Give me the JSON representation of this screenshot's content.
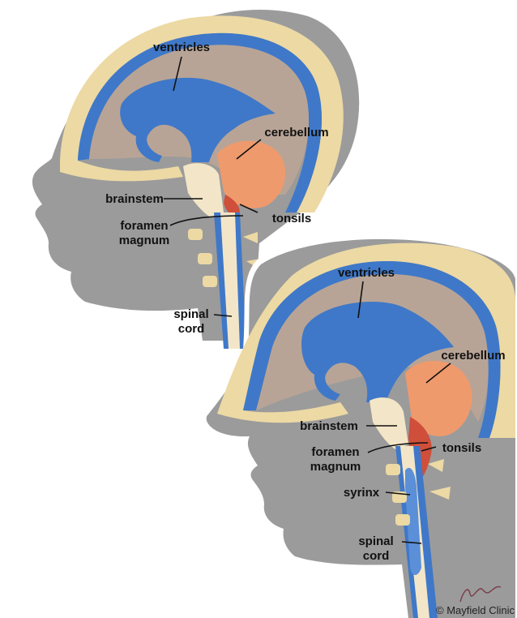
{
  "figure1": {
    "labels": {
      "ventricles": "ventricles",
      "cerebellum": "cerebellum",
      "brainstem": "brainstem",
      "foramen_line1": "foramen",
      "foramen_line2": "magnum",
      "tonsils": "tonsils",
      "spinal_line1": "spinal",
      "spinal_line2": "cord"
    }
  },
  "figure2": {
    "labels": {
      "ventricles": "ventricles",
      "cerebellum": "cerebellum",
      "brainstem": "brainstem",
      "foramen_line1": "foramen",
      "foramen_line2": "magnum",
      "tonsils": "tonsils",
      "syrinx": "syrinx",
      "spinal_line1": "spinal",
      "spinal_line2": "cord"
    }
  },
  "credit": "© Mayfield Clinic",
  "colors": {
    "head": "#9b9b9b",
    "skull": "#ecd9a4",
    "csf": "#3f78c8",
    "brain": "#b8a496",
    "cerebellum": "#ef9a6c",
    "tonsil": "#cf4f3a",
    "brainstem": "#f3e6c8"
  }
}
